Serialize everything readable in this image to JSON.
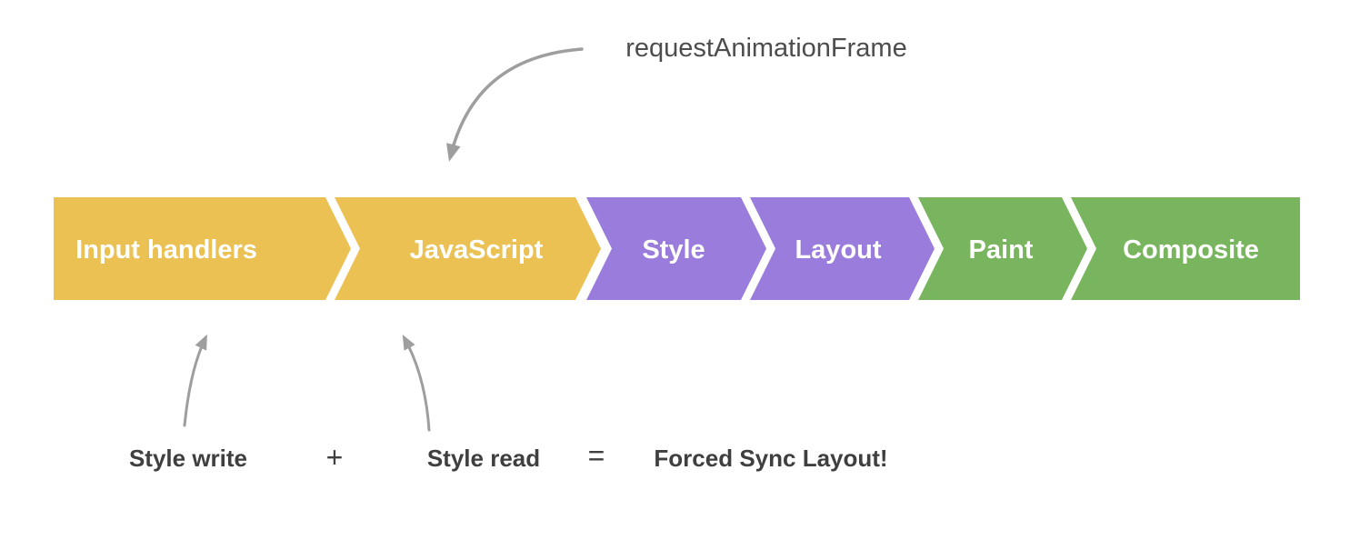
{
  "pipeline": {
    "segments": [
      {
        "label": "Input handlers",
        "color": "#EBC153"
      },
      {
        "label": "JavaScript",
        "color": "#EBC153"
      },
      {
        "label": "Style",
        "color": "#9A7CDC"
      },
      {
        "label": "Layout",
        "color": "#9A7CDC"
      },
      {
        "label": "Paint",
        "color": "#79B55F"
      },
      {
        "label": "Composite",
        "color": "#79B55F"
      }
    ],
    "label_color": "#FFFFFF"
  },
  "annotations": {
    "raf_label": "requestAnimationFrame",
    "style_write_label": "Style write",
    "plus_sign": "+",
    "style_read_label": "Style read",
    "equals_sign": "=",
    "result_label": "Forced Sync Layout!"
  },
  "colors": {
    "background": "#FFFFFF",
    "arrow": "#9E9E9E",
    "annotation_text": "#4D4D4D",
    "bottom_text": "#3F3F3F"
  }
}
